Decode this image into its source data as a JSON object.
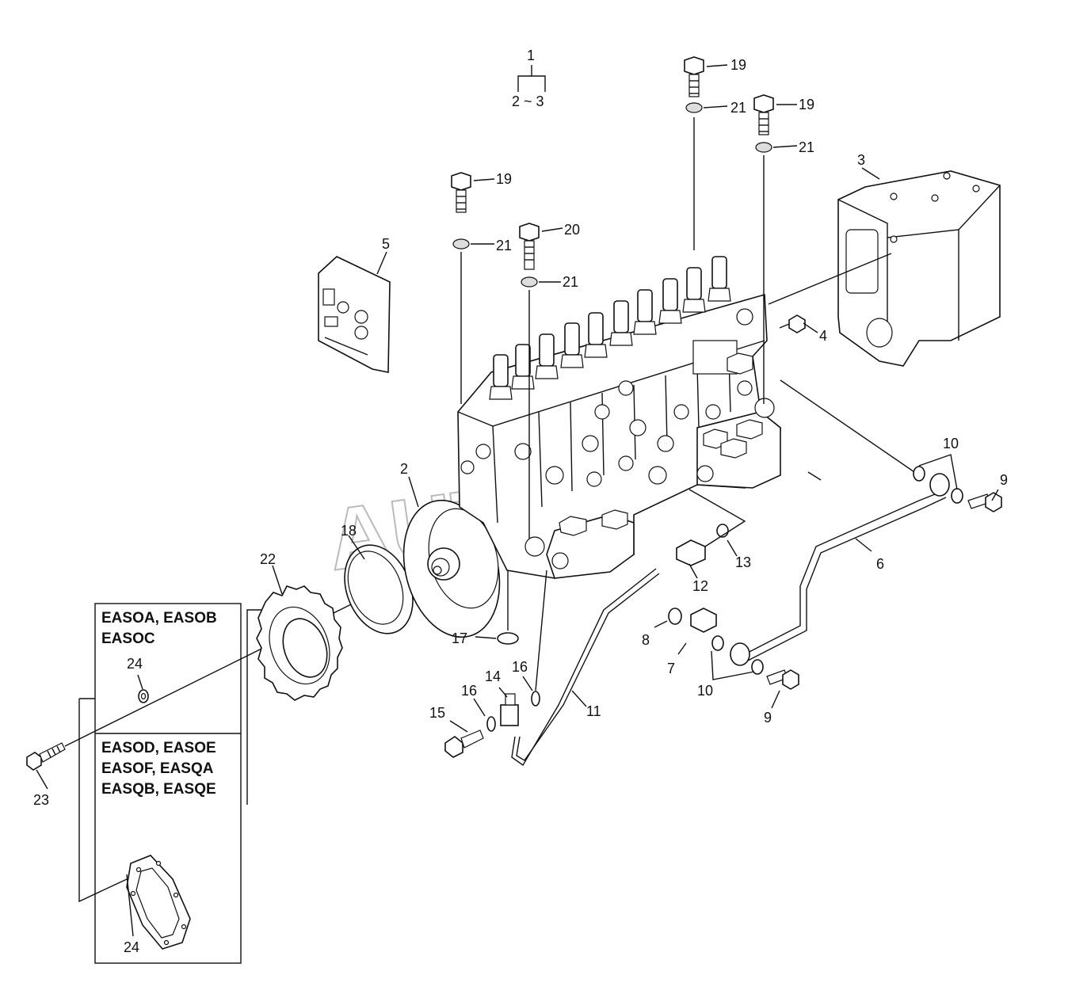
{
  "callouts": {
    "p1": "1",
    "p2_3": "2 ~ 3",
    "p2": "2",
    "p3": "3",
    "p4": "4",
    "p5": "5",
    "p6": "6",
    "p7": "7",
    "p8": "8",
    "p9a": "9",
    "p9b": "9",
    "p10a": "10",
    "p10b": "10",
    "p11": "11",
    "p12": "12",
    "p13": "13",
    "p14": "14",
    "p15": "15",
    "p16a": "16",
    "p16b": "16",
    "p17": "17",
    "p18": "18",
    "p19a": "19",
    "p19b": "19",
    "p19c": "19",
    "p20": "20",
    "p21a": "21",
    "p21b": "21",
    "p21c": "21",
    "p21d": "21",
    "p22": "22",
    "p23": "23",
    "p24a": "24",
    "p24b": "24"
  },
  "variants": {
    "box1_line1": "EASOA, EASOB",
    "box1_line2": "EASOC",
    "box2_line1": "EASOD, EASOE",
    "box2_line2": "EASOF, EASQA",
    "box2_line3": "EASQB, EASQE"
  },
  "watermark": "AUTO"
}
